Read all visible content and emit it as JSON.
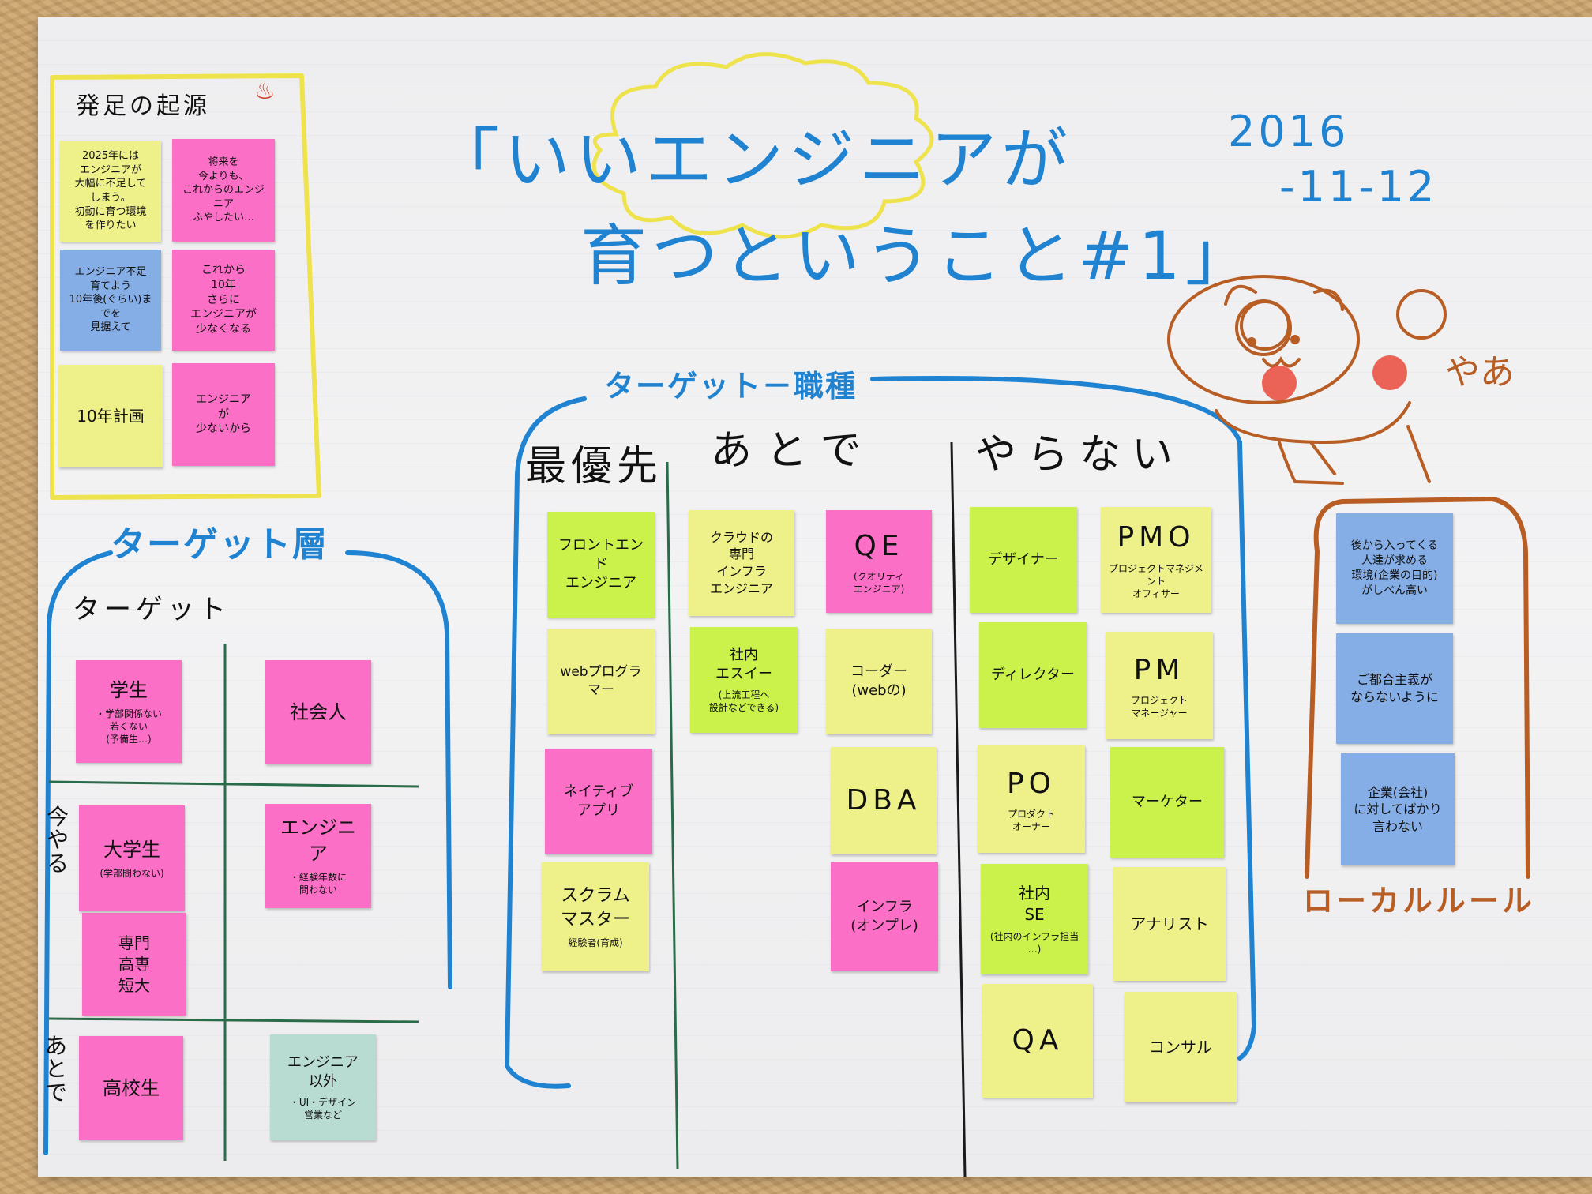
{
  "title": {
    "line1": "「いいエンジニアが",
    "line2": "育つということ#1」",
    "date_year": "2016",
    "date_md": "-11-12"
  },
  "origin": {
    "heading": "発足の起源",
    "notes": [
      {
        "color": "yellow",
        "text": "2025年には\nエンジニアが\n大幅に不足して\nしまう。\n初動に育つ環境\nを作りたい"
      },
      {
        "color": "pink",
        "text": "将来を\n今よりも、\nこれからのエンジニア\nふやしたい…"
      },
      {
        "color": "blue",
        "text": "エンジニア不足\n育てよう\n10年後(ぐらい)までを\n見据えて"
      },
      {
        "color": "pink",
        "text": "これから\n10年\nさらに\nエンジニアが\n少なくなる"
      },
      {
        "color": "yellow",
        "text": "10年計画"
      },
      {
        "color": "pink",
        "text": "エンジニア\nが\n少ないから"
      }
    ]
  },
  "target_layer": {
    "heading": "ターゲット層",
    "subheading": "ターゲット",
    "row_now": "今やる",
    "row_later": "あとで",
    "notes": [
      {
        "color": "pink",
        "main": "学生",
        "sub": "・学部関係ない\n若くない\n(予備生…)"
      },
      {
        "color": "pink",
        "main": "社会人",
        "sub": ""
      },
      {
        "color": "pink",
        "main": "大学生",
        "sub": "(学部問わない)"
      },
      {
        "color": "pink",
        "main": "エンジニア",
        "sub": "・経験年数に\n問わない"
      },
      {
        "color": "pink",
        "main": "専門\n高専\n短大",
        "sub": ""
      },
      {
        "color": "pink",
        "main": "高校生",
        "sub": ""
      },
      {
        "color": "teal",
        "main": "エンジニア\n以外",
        "sub": "・UI・デザイン\n営業など"
      }
    ]
  },
  "target_job": {
    "heading": "ターゲット－職種",
    "col_priority": "最優先",
    "col_later": "あとで",
    "col_no": "やらない",
    "priority": [
      {
        "color": "green",
        "main": "フロントエンド\nエンジニア",
        "sub": ""
      },
      {
        "color": "yellow",
        "main": "webプログラマー",
        "sub": ""
      },
      {
        "color": "pink",
        "main": "ネイティブ\nアプリ",
        "sub": ""
      },
      {
        "color": "yellow",
        "main": "スクラム\nマスター",
        "sub": "経験者(育成)"
      }
    ],
    "later": [
      {
        "color": "yellow",
        "main": "クラウドの\n専門\nインフラ\nエンジニア",
        "sub": ""
      },
      {
        "color": "pink",
        "main": "QE",
        "sub": "(クオリティ\nエンジニア)"
      },
      {
        "color": "green",
        "main": "社内\nエスイー",
        "sub": "(上流工程へ\n設計などできる)"
      },
      {
        "color": "yellow",
        "main": "コーダー\n(webの)",
        "sub": ""
      },
      {
        "color": "yellow",
        "main": "DBA",
        "sub": ""
      },
      {
        "color": "pink",
        "main": "インフラ\n(オンプレ)",
        "sub": ""
      }
    ],
    "no": [
      {
        "color": "green",
        "main": "デザイナー",
        "sub": ""
      },
      {
        "color": "yellow",
        "main": "PMO",
        "sub": "プロジェクトマネジメント\nオフィサー"
      },
      {
        "color": "green",
        "main": "ディレクター",
        "sub": ""
      },
      {
        "color": "yellow",
        "main": "PM",
        "sub": "プロジェクト\nマネージャー"
      },
      {
        "color": "yellow",
        "main": "PO",
        "sub": "プロダクト\nオーナー"
      },
      {
        "color": "green",
        "main": "マーケター",
        "sub": ""
      },
      {
        "color": "green",
        "main": "社内\nSE",
        "sub": "(社内のインフラ担当\n…)"
      },
      {
        "color": "yellow",
        "main": "アナリスト",
        "sub": ""
      },
      {
        "color": "yellow",
        "main": "QA",
        "sub": ""
      },
      {
        "color": "yellow",
        "main": "コンサル",
        "sub": ""
      }
    ]
  },
  "mascot": {
    "greeting": "やあ"
  },
  "local_rules": {
    "heading": "ローカルルール",
    "notes": [
      {
        "color": "blue",
        "text": "後から入ってくる\n人達が求める\n環境(企業の目的)\nがしべん高い"
      },
      {
        "color": "blue",
        "text": "ご都合主義が\nならないように"
      },
      {
        "color": "blue",
        "text": "企業(会社)\nに対してばかり\n言わない"
      }
    ]
  },
  "colors": {
    "ink_blue": "#1f83d1",
    "ink_yellow": "#f0e04a",
    "ink_orange": "#b85d24",
    "note_yellow": "#eef08a",
    "note_pink": "#fb6fc6",
    "note_green": "#cbf24a",
    "note_blue": "#86aee6",
    "note_teal": "#b9dcd2"
  }
}
